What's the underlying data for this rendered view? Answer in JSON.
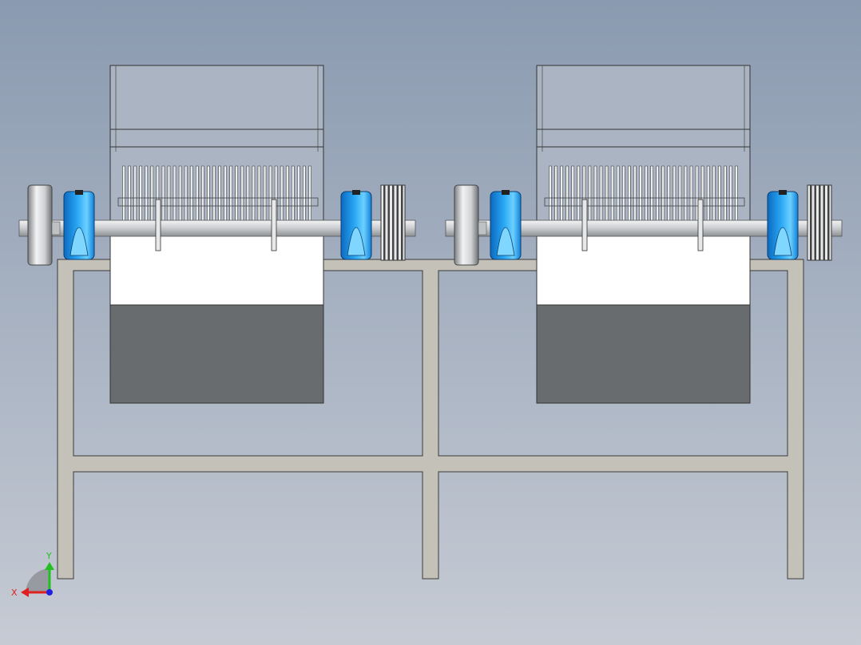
{
  "view": {
    "background_top": "#8a9ab0",
    "background_bottom": "#c6cbd4"
  },
  "colors": {
    "frame_fill": "#c4c2b8",
    "frame_stroke": "#3a3a3a",
    "hopper_fill": "#aab4c2",
    "housing_white": "#ffffff",
    "bin_dark": "#686c6e",
    "bearing_blue": "#1a8de0",
    "bearing_light": "#5fc3ff",
    "shaft_grey": "#d8dadc",
    "pulley_dark": "#444444"
  },
  "units": [
    {
      "name": "shredder-unit-left"
    },
    {
      "name": "shredder-unit-right"
    }
  ],
  "triad": {
    "x_label": "X",
    "y_label": "Y",
    "x_color": "#e02020",
    "y_color": "#20c020",
    "z_color": "#2020e0"
  }
}
